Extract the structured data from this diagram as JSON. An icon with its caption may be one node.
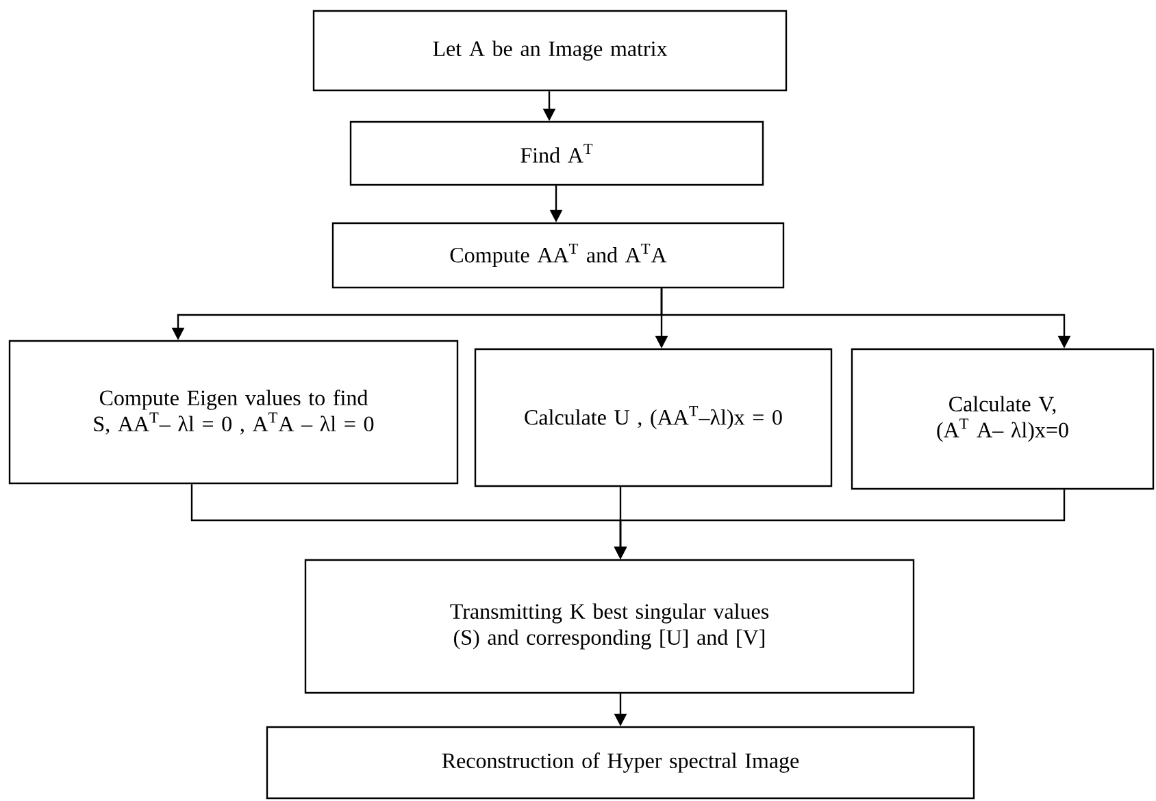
{
  "diagram": {
    "nodes": [
      {
        "text": [
          "Let A be an Image matrix"
        ]
      },
      {
        "text": [
          "Find    A$^{T}$"
        ]
      },
      {
        "text": [
          "Compute AA$^{T}$ and A$^{T}$A"
        ]
      },
      {
        "text": [
          "Compute Eigen values to find S, AA$^{T}$– λl = 0 , A$^{T}$A – λl = 0"
        ]
      },
      {
        "text": [
          "Calculate U , (AA$^{T}$–λl)x = 0"
        ]
      },
      {
        "text": [
          "Calculate V, (A$^{T}$ A– λl)x=0"
        ]
      },
      {
        "text": [
          "Transmitting K best singular values (S) and corresponding [U] and [V]"
        ]
      },
      {
        "text": [
          "Reconstruction of Hyper spectral Image"
        ]
      }
    ],
    "edges": [
      {
        "from": 0,
        "to": 1,
        "arrow": "to"
      },
      {
        "from": 1,
        "to": 2,
        "arrow": "to"
      },
      {
        "from": 2,
        "to": 3,
        "arrow": "to"
      },
      {
        "from": 2,
        "to": 4,
        "arrow": "to"
      },
      {
        "from": 2,
        "to": 5,
        "arrow": "to"
      },
      {
        "from": 3,
        "to": 6,
        "arrow": "to"
      },
      {
        "from": 4,
        "to": 6,
        "arrow": "to"
      },
      {
        "from": 5,
        "to": 6,
        "arrow": "to"
      },
      {
        "from": 6,
        "to": 7,
        "arrow": "to"
      }
    ]
  }
}
